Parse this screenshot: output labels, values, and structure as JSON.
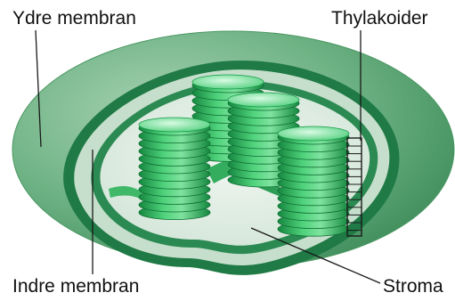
{
  "labels": {
    "outer_membrane": "Ydre membran",
    "thylakoids": "Thylakoider",
    "inner_membrane": "Indre membran",
    "stroma": "Stroma"
  },
  "colors": {
    "outer_body": "#5aa773",
    "outer_body_light": "#a8d2b3",
    "rim_dark": "#1f7a45",
    "intermembrane": "#c6dfcc",
    "stroma": "#e1ede4",
    "disc_light": "#a9efbf",
    "disc_mid": "#41c46c",
    "disc_dark": "#15873f",
    "leader": "#1a1a1a"
  }
}
